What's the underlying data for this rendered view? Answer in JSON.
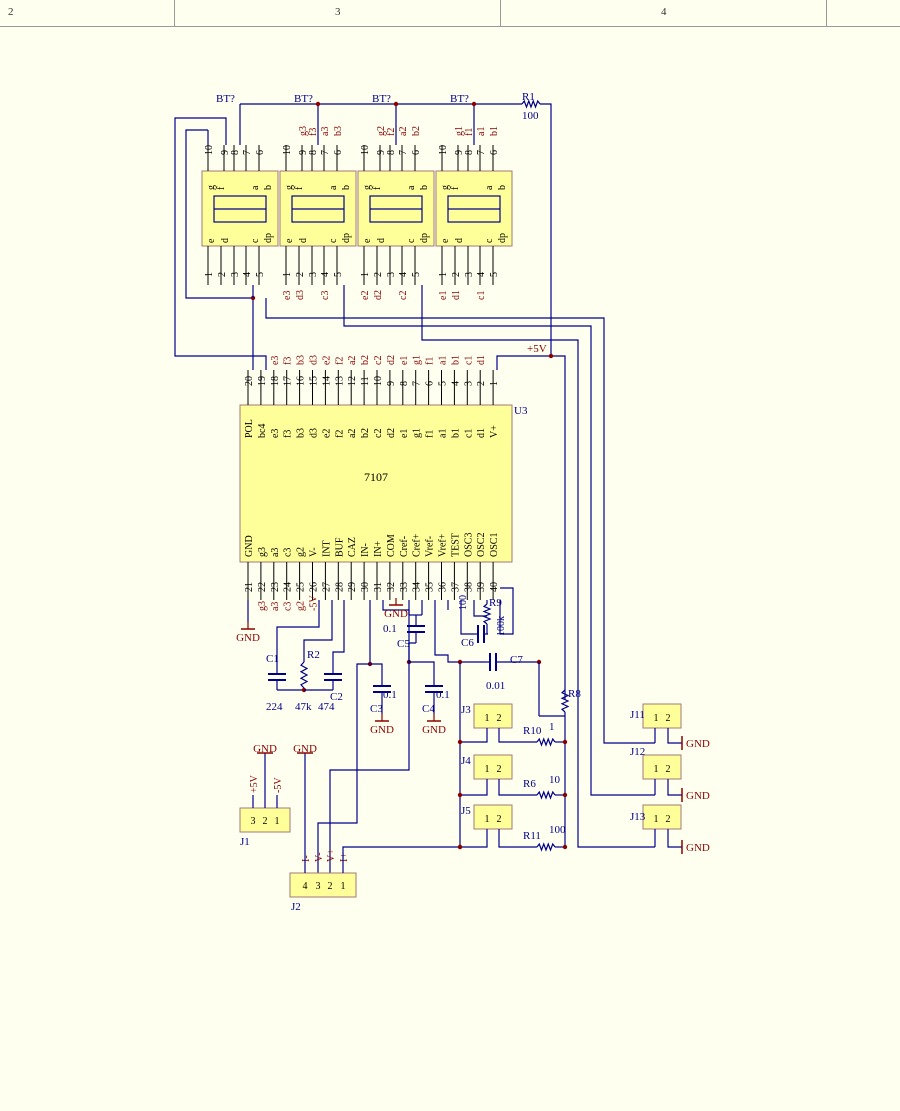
{
  "border": {
    "zones": [
      "2",
      "3",
      "4"
    ]
  },
  "ic": {
    "ref": "U3",
    "value": "7107",
    "power_label": "+5V",
    "top_pins": [
      {
        "num": "20",
        "name": "POL",
        "net": ""
      },
      {
        "num": "19",
        "name": "bc4",
        "net": ""
      },
      {
        "num": "18",
        "name": "e3",
        "net": "e3"
      },
      {
        "num": "17",
        "name": "f3",
        "net": "f3"
      },
      {
        "num": "16",
        "name": "b3",
        "net": "b3"
      },
      {
        "num": "15",
        "name": "d3",
        "net": "d3"
      },
      {
        "num": "14",
        "name": "e2",
        "net": "e2"
      },
      {
        "num": "13",
        "name": "f2",
        "net": "f2"
      },
      {
        "num": "12",
        "name": "a2",
        "net": "a2"
      },
      {
        "num": "11",
        "name": "b2",
        "net": "b2"
      },
      {
        "num": "10",
        "name": "c2",
        "net": "c2"
      },
      {
        "num": "9",
        "name": "d2",
        "net": "d2"
      },
      {
        "num": "8",
        "name": "e1",
        "net": "e1"
      },
      {
        "num": "7",
        "name": "g1",
        "net": "g1"
      },
      {
        "num": "6",
        "name": "f1",
        "net": "f1"
      },
      {
        "num": "5",
        "name": "a1",
        "net": "a1"
      },
      {
        "num": "4",
        "name": "b1",
        "net": "b1"
      },
      {
        "num": "3",
        "name": "c1",
        "net": "c1"
      },
      {
        "num": "2",
        "name": "d1",
        "net": "d1"
      },
      {
        "num": "1",
        "name": "V+",
        "net": ""
      }
    ],
    "bottom_pins": [
      {
        "num": "21",
        "name": "GND",
        "net": ""
      },
      {
        "num": "22",
        "name": "g3",
        "net": "g3"
      },
      {
        "num": "23",
        "name": "a3",
        "net": "a3"
      },
      {
        "num": "24",
        "name": "c3",
        "net": "c3"
      },
      {
        "num": "25",
        "name": "g2",
        "net": "g2"
      },
      {
        "num": "26",
        "name": "V-",
        "net": "-5V"
      },
      {
        "num": "27",
        "name": "INT",
        "net": ""
      },
      {
        "num": "28",
        "name": "BUF",
        "net": ""
      },
      {
        "num": "29",
        "name": "CAZ",
        "net": ""
      },
      {
        "num": "30",
        "name": "IN-",
        "net": ""
      },
      {
        "num": "31",
        "name": "IN+",
        "net": ""
      },
      {
        "num": "32",
        "name": "COM",
        "net": ""
      },
      {
        "num": "33",
        "name": "Cref-",
        "net": ""
      },
      {
        "num": "34",
        "name": "Cref+",
        "net": ""
      },
      {
        "num": "35",
        "name": "Vref-",
        "net": ""
      },
      {
        "num": "36",
        "name": "Vref+",
        "net": ""
      },
      {
        "num": "37",
        "name": "TEST",
        "net": ""
      },
      {
        "num": "38",
        "name": "OSC3",
        "net": ""
      },
      {
        "num": "39",
        "name": "OSC2",
        "net": ""
      },
      {
        "num": "40",
        "name": "OSC1",
        "net": ""
      }
    ]
  },
  "displays": [
    {
      "ref": "BT?",
      "nets_top": [
        "",
        "",
        "",
        ""
      ],
      "nets_bottom": [
        "",
        "",
        "",
        ""
      ]
    },
    {
      "ref": "BT?",
      "nets_top": [
        "g3",
        "f3",
        "a3",
        "b3"
      ],
      "nets_bottom": [
        "e3",
        "d3",
        "",
        "c3"
      ]
    },
    {
      "ref": "BT?",
      "nets_top": [
        "g2",
        "f2",
        "a2",
        "b2"
      ],
      "nets_bottom": [
        "e2",
        "d2",
        "",
        "c2"
      ]
    },
    {
      "ref": "BT?",
      "nets_top": [
        "g1",
        "f1",
        "a1",
        "b1"
      ],
      "nets_bottom": [
        "e1",
        "d1",
        "",
        "c1"
      ]
    }
  ],
  "display_pin_nums_top": [
    "10",
    "9",
    "8",
    "7",
    "6"
  ],
  "display_pin_nums_bottom": [
    "1",
    "2",
    "3",
    "4",
    "5"
  ],
  "display_seg_top": [
    "g",
    "f",
    "a",
    "b"
  ],
  "display_seg_bottom": [
    "e",
    "d",
    "c",
    "dp"
  ],
  "components": {
    "R1": {
      "ref": "R1",
      "value": "100"
    },
    "R2": {
      "ref": "R2",
      "value": "47k"
    },
    "R6": {
      "ref": "R6",
      "value": "10"
    },
    "R8": {
      "ref": "R8",
      "value": "1"
    },
    "R9": {
      "ref": "R9",
      "value": "100k"
    },
    "R10": {
      "ref": "R10",
      "value": ""
    },
    "R11": {
      "ref": "R11",
      "value": "100"
    },
    "C1": {
      "ref": "C1",
      "value": "224"
    },
    "C2": {
      "ref": "C2",
      "value": "474"
    },
    "C3": {
      "ref": "C3",
      "value": "0.1"
    },
    "C4": {
      "ref": "C4",
      "value": "0.1"
    },
    "C5": {
      "ref": "C5",
      "value": "0.1"
    },
    "C6": {
      "ref": "C6",
      "value": "100"
    },
    "C7": {
      "ref": "C7",
      "value": "0.01"
    }
  },
  "gnd_label": "GND",
  "connectors": {
    "J1": {
      "ref": "J1",
      "pins": [
        "3",
        "2",
        "1"
      ],
      "nets": [
        "+5V",
        "",
        "-5V"
      ]
    },
    "J2": {
      "ref": "J2",
      "pins": [
        "4",
        "3",
        "2",
        "1"
      ],
      "nets": [
        "I-",
        "V-",
        "V+",
        "I+"
      ]
    },
    "J3": {
      "ref": "J3",
      "pins": [
        "1",
        "2"
      ]
    },
    "J4": {
      "ref": "J4",
      "pins": [
        "1",
        "2"
      ]
    },
    "J5": {
      "ref": "J5",
      "pins": [
        "1",
        "2"
      ]
    },
    "J11": {
      "ref": "J11",
      "pins": [
        "1",
        "2"
      ]
    },
    "J12": {
      "ref": "J12",
      "pins": [
        "1",
        "2"
      ]
    },
    "J13": {
      "ref": "J13",
      "pins": [
        "1",
        "2"
      ]
    }
  },
  "colors": {
    "wire": "#00008b",
    "body_fill": "#ffff99",
    "body_stroke": "#a07878",
    "pin_stroke": "#000000",
    "net_label": "#8b0000",
    "ref_label": "#00008b",
    "background": "#fffff0"
  }
}
